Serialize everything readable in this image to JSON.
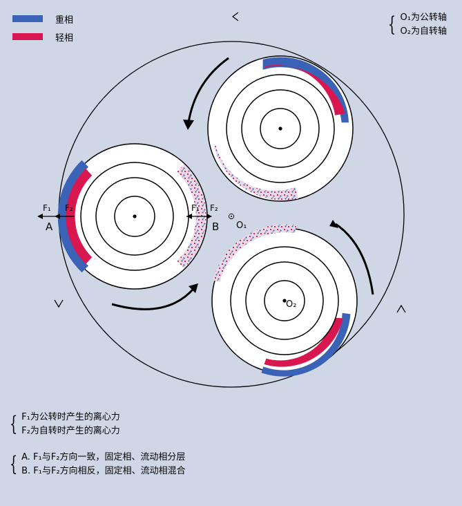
{
  "colors": {
    "background": "#cfd6e6",
    "heavy_phase": "#3a63b8",
    "light_phase": "#d8164f",
    "line": "#000000",
    "drum_fill": "#ffffff"
  },
  "legend": {
    "heavy_label": "重相",
    "light_label": "轻相"
  },
  "axes_note": {
    "o1_line": "O₁为公转轴",
    "o2_line": "O₂为自转轴"
  },
  "labels": {
    "f1_left": "F₁",
    "f2_left": "F₂",
    "a": "A",
    "f1_right": "F₁",
    "f2_right": "F₂",
    "b": "B",
    "o1": "O₁",
    "o2": "O₂"
  },
  "force_note": {
    "f1_line": "F₁为公转时产生的离心力",
    "f2_line": "F₂为自转时产生的离心力"
  },
  "result_note": {
    "a_line": "A. F₁与F₂方向一致，固定相、流动相分层",
    "b_line": "B. F₁与F₂方向相反，固定相、流动相混合"
  },
  "icons": {
    "revolution_axis": "circled-dot-icon",
    "rotation_arrow": "curved-arrow-icon",
    "orbit_arrow": "chevron-arrowhead-icon"
  }
}
